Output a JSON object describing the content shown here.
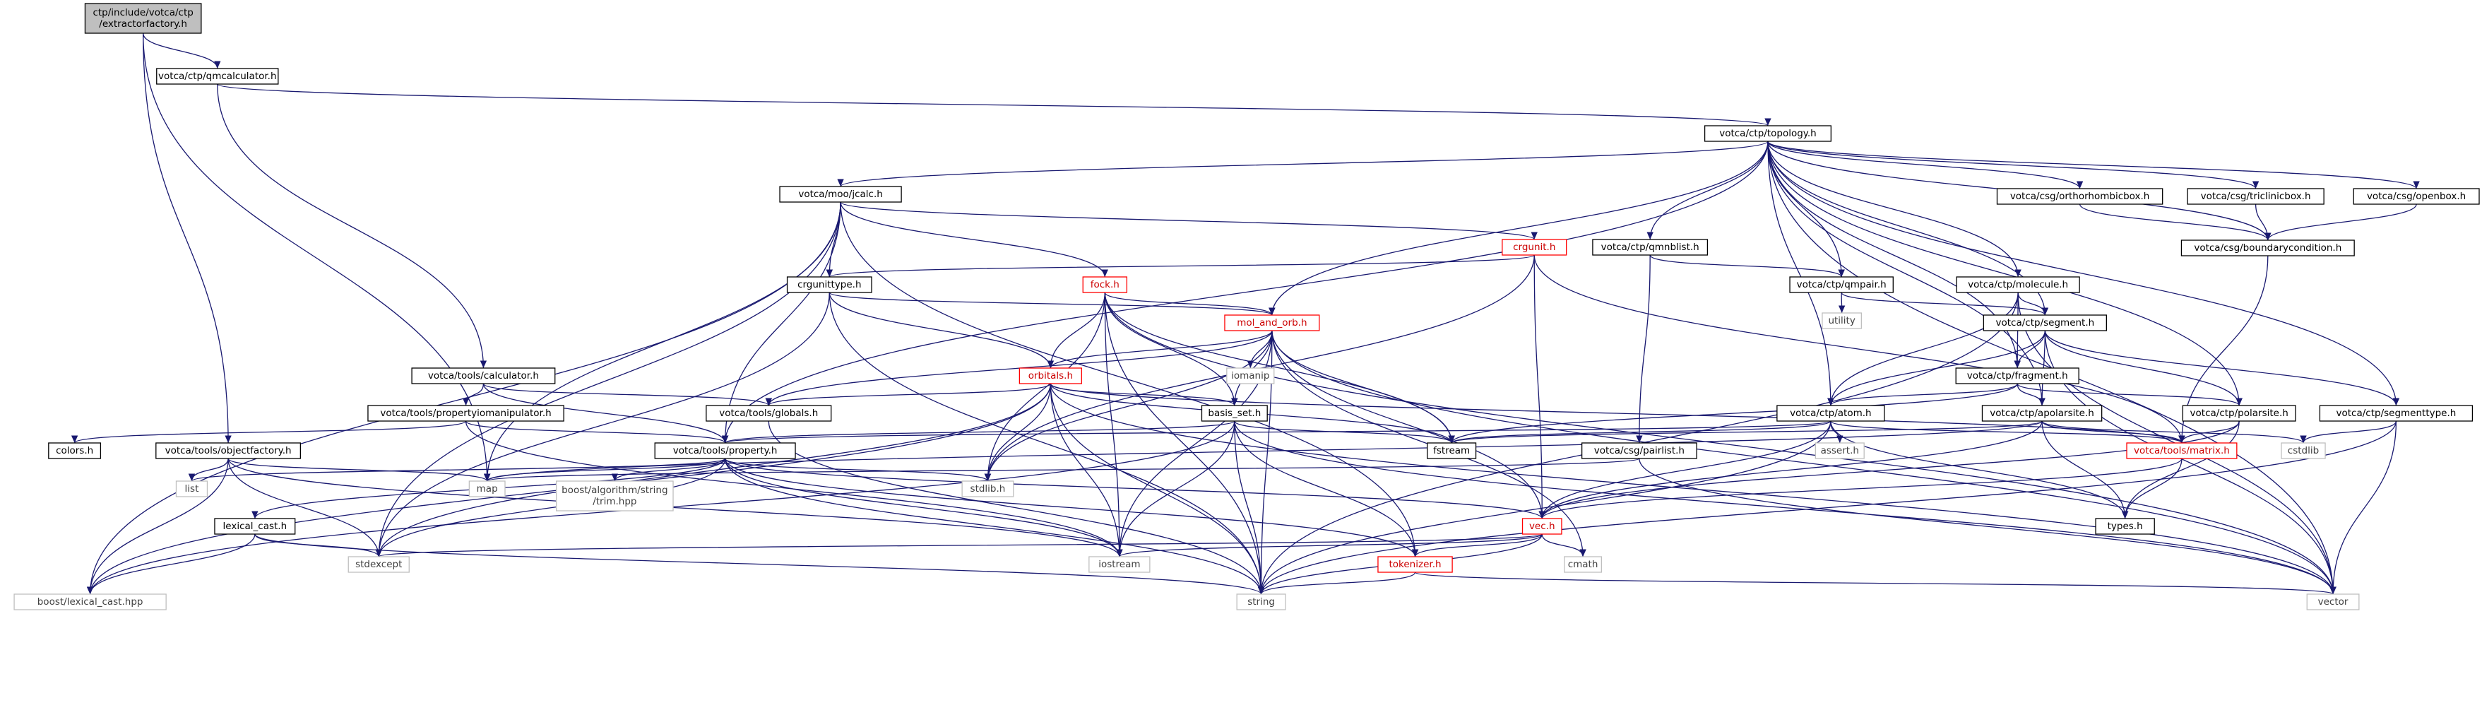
{
  "root": "ctp/include/votca/ctp/extractorfactory.h",
  "nodes": [
    {
      "id": "extractorfactory",
      "lines": [
        "ctp/include/votca/ctp",
        "/extractorfactory.h"
      ],
      "kind": "root"
    },
    {
      "id": "qmcalculator",
      "lines": [
        "votca/ctp/qmcalculator.h"
      ],
      "kind": "normal"
    },
    {
      "id": "topology",
      "lines": [
        "votca/ctp/topology.h"
      ],
      "kind": "normal"
    },
    {
      "id": "jcalc",
      "lines": [
        "votca/moo/jcalc.h"
      ],
      "kind": "normal"
    },
    {
      "id": "orthorhombicbox",
      "lines": [
        "votca/csg/orthorhombicbox.h"
      ],
      "kind": "normal"
    },
    {
      "id": "triclinicbox",
      "lines": [
        "votca/csg/triclinicbox.h"
      ],
      "kind": "normal"
    },
    {
      "id": "openbox",
      "lines": [
        "votca/csg/openbox.h"
      ],
      "kind": "normal"
    },
    {
      "id": "boundarycondition",
      "lines": [
        "votca/csg/boundarycondition.h"
      ],
      "kind": "normal"
    },
    {
      "id": "crgunit",
      "lines": [
        "crgunit.h"
      ],
      "kind": "red"
    },
    {
      "id": "qmnblist",
      "lines": [
        "votca/ctp/qmnblist.h"
      ],
      "kind": "normal"
    },
    {
      "id": "crgunittype",
      "lines": [
        "crgunittype.h"
      ],
      "kind": "normal"
    },
    {
      "id": "fock",
      "lines": [
        "fock.h"
      ],
      "kind": "red"
    },
    {
      "id": "qmpair",
      "lines": [
        "votca/ctp/qmpair.h"
      ],
      "kind": "normal"
    },
    {
      "id": "molecule",
      "lines": [
        "votca/ctp/molecule.h"
      ],
      "kind": "normal"
    },
    {
      "id": "utility",
      "lines": [
        "utility"
      ],
      "kind": "sys"
    },
    {
      "id": "mol_and_orb",
      "lines": [
        "mol_and_orb.h"
      ],
      "kind": "red"
    },
    {
      "id": "segment",
      "lines": [
        "votca/ctp/segment.h"
      ],
      "kind": "normal"
    },
    {
      "id": "calculator",
      "lines": [
        "votca/tools/calculator.h"
      ],
      "kind": "normal"
    },
    {
      "id": "orbitals",
      "lines": [
        "orbitals.h"
      ],
      "kind": "red"
    },
    {
      "id": "iomanip",
      "lines": [
        "iomanip"
      ],
      "kind": "sys"
    },
    {
      "id": "fragment",
      "lines": [
        "votca/ctp/fragment.h"
      ],
      "kind": "normal"
    },
    {
      "id": "propertyiomanipulator",
      "lines": [
        "votca/tools/propertyiomanipulator.h"
      ],
      "kind": "normal"
    },
    {
      "id": "globals",
      "lines": [
        "votca/tools/globals.h"
      ],
      "kind": "normal"
    },
    {
      "id": "basis_set",
      "lines": [
        "basis_set.h"
      ],
      "kind": "normal"
    },
    {
      "id": "atom",
      "lines": [
        "votca/ctp/atom.h"
      ],
      "kind": "normal"
    },
    {
      "id": "apolarsite",
      "lines": [
        "votca/ctp/apolarsite.h"
      ],
      "kind": "normal"
    },
    {
      "id": "polarsite",
      "lines": [
        "votca/ctp/polarsite.h"
      ],
      "kind": "normal"
    },
    {
      "id": "segmenttype",
      "lines": [
        "votca/ctp/segmenttype.h"
      ],
      "kind": "normal"
    },
    {
      "id": "colors",
      "lines": [
        "colors.h"
      ],
      "kind": "normal"
    },
    {
      "id": "objectfactory",
      "lines": [
        "votca/tools/objectfactory.h"
      ],
      "kind": "normal"
    },
    {
      "id": "property",
      "lines": [
        "votca/tools/property.h"
      ],
      "kind": "normal"
    },
    {
      "id": "fstream",
      "lines": [
        "fstream"
      ],
      "kind": "normal"
    },
    {
      "id": "assert",
      "lines": [
        "assert.h"
      ],
      "kind": "sys"
    },
    {
      "id": "pairlist",
      "lines": [
        "votca/csg/pairlist.h"
      ],
      "kind": "normal"
    },
    {
      "id": "matrix",
      "lines": [
        "votca/tools/matrix.h"
      ],
      "kind": "red"
    },
    {
      "id": "cstdlib",
      "lines": [
        "cstdlib"
      ],
      "kind": "sys"
    },
    {
      "id": "list",
      "lines": [
        "list"
      ],
      "kind": "sys"
    },
    {
      "id": "map",
      "lines": [
        "map"
      ],
      "kind": "sys"
    },
    {
      "id": "trim",
      "lines": [
        "boost/algorithm/string",
        "/trim.hpp"
      ],
      "kind": "sys"
    },
    {
      "id": "stdlib",
      "lines": [
        "stdlib.h"
      ],
      "kind": "sys"
    },
    {
      "id": "lexical_cast",
      "lines": [
        "lexical_cast.h"
      ],
      "kind": "normal"
    },
    {
      "id": "vec",
      "lines": [
        "vec.h"
      ],
      "kind": "red"
    },
    {
      "id": "types",
      "lines": [
        "types.h"
      ],
      "kind": "normal"
    },
    {
      "id": "stdexcept",
      "lines": [
        "stdexcept"
      ],
      "kind": "sys"
    },
    {
      "id": "iostream",
      "lines": [
        "iostream"
      ],
      "kind": "sys"
    },
    {
      "id": "cmath",
      "lines": [
        "cmath"
      ],
      "kind": "sys"
    },
    {
      "id": "tokenizer",
      "lines": [
        "tokenizer.h"
      ],
      "kind": "red"
    },
    {
      "id": "boost_lexical_cast",
      "lines": [
        "boost/lexical_cast.hpp"
      ],
      "kind": "sys"
    },
    {
      "id": "string",
      "lines": [
        "string"
      ],
      "kind": "sys"
    },
    {
      "id": "vector",
      "lines": [
        "vector"
      ],
      "kind": "sys"
    }
  ],
  "edges": [
    [
      "extractorfactory",
      "qmcalculator"
    ],
    [
      "extractorfactory",
      "objectfactory"
    ],
    [
      "extractorfactory",
      "map"
    ],
    [
      "qmcalculator",
      "topology"
    ],
    [
      "qmcalculator",
      "calculator"
    ],
    [
      "topology",
      "jcalc"
    ],
    [
      "topology",
      "orthorhombicbox"
    ],
    [
      "topology",
      "triclinicbox"
    ],
    [
      "topology",
      "openbox"
    ],
    [
      "topology",
      "boundarycondition"
    ],
    [
      "topology",
      "qmnblist"
    ],
    [
      "topology",
      "qmpair"
    ],
    [
      "topology",
      "molecule"
    ],
    [
      "topology",
      "segment"
    ],
    [
      "topology",
      "fragment"
    ],
    [
      "topology",
      "atom"
    ],
    [
      "topology",
      "apolarsite"
    ],
    [
      "topology",
      "polarsite"
    ],
    [
      "topology",
      "segmenttype"
    ],
    [
      "topology",
      "mol_and_orb"
    ],
    [
      "topology",
      "property"
    ],
    [
      "topology",
      "vector"
    ],
    [
      "jcalc",
      "crgunittype"
    ],
    [
      "jcalc",
      "crgunit"
    ],
    [
      "jcalc",
      "fock"
    ],
    [
      "jcalc",
      "property"
    ],
    [
      "jcalc",
      "tokenizer"
    ],
    [
      "jcalc",
      "map"
    ],
    [
      "jcalc",
      "stdexcept"
    ],
    [
      "jcalc",
      "boost_lexical_cast"
    ],
    [
      "orthorhombicbox",
      "boundarycondition"
    ],
    [
      "triclinicbox",
      "boundarycondition"
    ],
    [
      "openbox",
      "boundarycondition"
    ],
    [
      "boundarycondition",
      "matrix"
    ],
    [
      "crgunit",
      "crgunittype"
    ],
    [
      "crgunit",
      "vec"
    ],
    [
      "crgunit",
      "matrix"
    ],
    [
      "crgunit",
      "stdlib"
    ],
    [
      "qmnblist",
      "qmpair"
    ],
    [
      "qmnblist",
      "pairlist"
    ],
    [
      "crgunittype",
      "mol_and_orb"
    ],
    [
      "crgunittype",
      "orbitals"
    ],
    [
      "crgunittype",
      "stdexcept"
    ],
    [
      "crgunittype",
      "string"
    ],
    [
      "fock",
      "mol_and_orb"
    ],
    [
      "fock",
      "orbitals"
    ],
    [
      "fock",
      "basis_set"
    ],
    [
      "fock",
      "stdlib"
    ],
    [
      "fock",
      "iostream"
    ],
    [
      "fock",
      "fstream"
    ],
    [
      "fock",
      "string"
    ],
    [
      "fock",
      "vector"
    ],
    [
      "qmpair",
      "utility"
    ],
    [
      "qmpair",
      "segment"
    ],
    [
      "molecule",
      "segment"
    ],
    [
      "molecule",
      "fragment"
    ],
    [
      "molecule",
      "atom"
    ],
    [
      "molecule",
      "string"
    ],
    [
      "molecule",
      "vector"
    ],
    [
      "mol_and_orb",
      "orbitals"
    ],
    [
      "mol_and_orb",
      "basis_set"
    ],
    [
      "mol_and_orb",
      "iomanip"
    ],
    [
      "mol_and_orb",
      "globals"
    ],
    [
      "mol_and_orb",
      "vec"
    ],
    [
      "mol_and_orb",
      "stdlib"
    ],
    [
      "mol_and_orb",
      "iostream"
    ],
    [
      "mol_and_orb",
      "fstream"
    ],
    [
      "mol_and_orb",
      "string"
    ],
    [
      "mol_and_orb",
      "cmath"
    ],
    [
      "mol_and_orb",
      "vector"
    ],
    [
      "segment",
      "fragment"
    ],
    [
      "segment",
      "atom"
    ],
    [
      "segment",
      "apolarsite"
    ],
    [
      "segment",
      "polarsite"
    ],
    [
      "segment",
      "segmenttype"
    ],
    [
      "segment",
      "vector"
    ],
    [
      "calculator",
      "property"
    ],
    [
      "calculator",
      "propertyiomanipulator"
    ],
    [
      "calculator",
      "globals"
    ],
    [
      "orbitals",
      "globals"
    ],
    [
      "orbitals",
      "basis_set"
    ],
    [
      "orbitals",
      "stdlib"
    ],
    [
      "orbitals",
      "iostream"
    ],
    [
      "orbitals",
      "fstream"
    ],
    [
      "orbitals",
      "string"
    ],
    [
      "orbitals",
      "matrix"
    ],
    [
      "orbitals",
      "boost_lexical_cast"
    ],
    [
      "orbitals",
      "vector"
    ],
    [
      "orbitals",
      "stdexcept"
    ],
    [
      "fragment",
      "atom"
    ],
    [
      "fragment",
      "apolarsite"
    ],
    [
      "fragment",
      "polarsite"
    ],
    [
      "fragment",
      "fstream"
    ],
    [
      "propertyiomanipulator",
      "property"
    ],
    [
      "propertyiomanipulator",
      "colors"
    ],
    [
      "propertyiomanipulator",
      "iostream"
    ],
    [
      "globals",
      "string"
    ],
    [
      "basis_set",
      "property"
    ],
    [
      "basis_set",
      "fstream"
    ],
    [
      "basis_set",
      "iostream"
    ],
    [
      "basis_set",
      "string"
    ],
    [
      "basis_set",
      "tokenizer"
    ],
    [
      "basis_set",
      "boost_lexical_cast"
    ],
    [
      "basis_set",
      "vector"
    ],
    [
      "atom",
      "property"
    ],
    [
      "atom",
      "assert"
    ],
    [
      "atom",
      "fstream"
    ],
    [
      "atom",
      "vec"
    ],
    [
      "atom",
      "matrix"
    ],
    [
      "atom",
      "types"
    ],
    [
      "atom",
      "string"
    ],
    [
      "apolarsite",
      "vec"
    ],
    [
      "apolarsite",
      "matrix"
    ],
    [
      "apolarsite",
      "types"
    ],
    [
      "apolarsite",
      "cstdlib"
    ],
    [
      "apolarsite",
      "fstream"
    ],
    [
      "apolarsite",
      "map"
    ],
    [
      "polarsite",
      "vec"
    ],
    [
      "polarsite",
      "matrix"
    ],
    [
      "polarsite",
      "types"
    ],
    [
      "segmenttype",
      "cstdlib"
    ],
    [
      "segmenttype",
      "string"
    ],
    [
      "segmenttype",
      "vector"
    ],
    [
      "objectfactory",
      "list"
    ],
    [
      "objectfactory",
      "map"
    ],
    [
      "objectfactory",
      "boost_lexical_cast"
    ],
    [
      "objectfactory",
      "iostream"
    ],
    [
      "objectfactory",
      "stdexcept"
    ],
    [
      "property",
      "list"
    ],
    [
      "property",
      "map"
    ],
    [
      "property",
      "trim"
    ],
    [
      "property",
      "stdlib"
    ],
    [
      "property",
      "lexical_cast"
    ],
    [
      "property",
      "vec"
    ],
    [
      "property",
      "stdexcept"
    ],
    [
      "property",
      "iostream"
    ],
    [
      "property",
      "tokenizer"
    ],
    [
      "property",
      "string"
    ],
    [
      "pairlist",
      "map"
    ],
    [
      "pairlist",
      "vector"
    ],
    [
      "matrix",
      "vec"
    ],
    [
      "matrix",
      "types"
    ],
    [
      "lexical_cast",
      "stdexcept"
    ],
    [
      "lexical_cast",
      "string"
    ],
    [
      "lexical_cast",
      "boost_lexical_cast"
    ],
    [
      "vec",
      "stdexcept"
    ],
    [
      "vec",
      "iostream"
    ],
    [
      "vec",
      "cmath"
    ],
    [
      "vec",
      "tokenizer"
    ],
    [
      "vec",
      "string"
    ],
    [
      "tokenizer",
      "string"
    ],
    [
      "tokenizer",
      "vector"
    ]
  ]
}
